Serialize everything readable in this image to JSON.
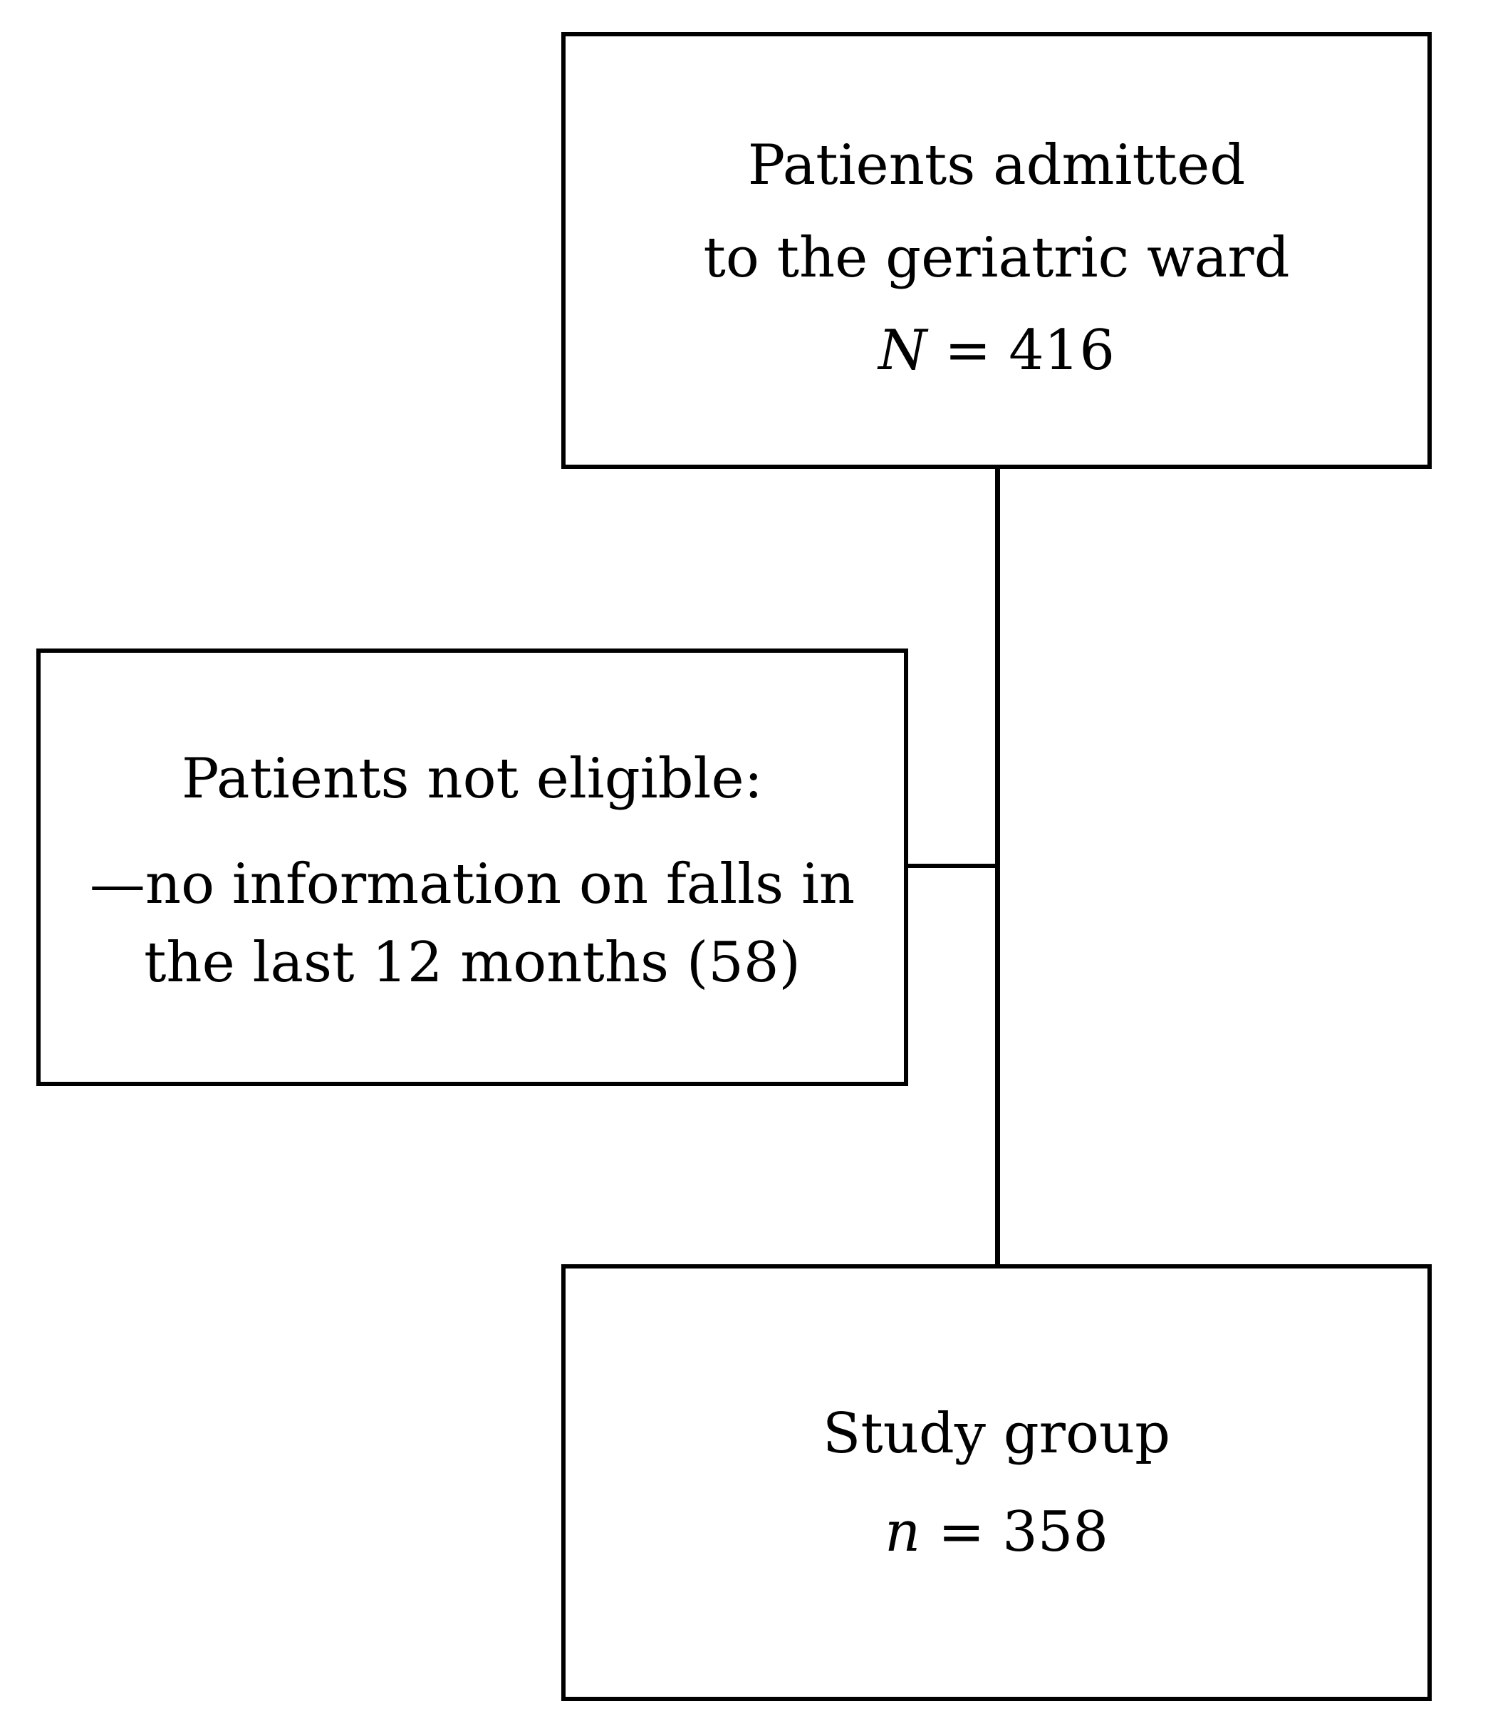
{
  "admitted": {
    "line1": "Patients admitted",
    "line2": "to the geriatric ward",
    "count_symbol": "N",
    "count_value": " = 416"
  },
  "excluded": {
    "title": "Patients not eligible:",
    "line1": "—no information on falls in",
    "line2": "the last 12 months (58)"
  },
  "study": {
    "line1": "Study group",
    "count_symbol": "n",
    "count_value": " = 358"
  }
}
